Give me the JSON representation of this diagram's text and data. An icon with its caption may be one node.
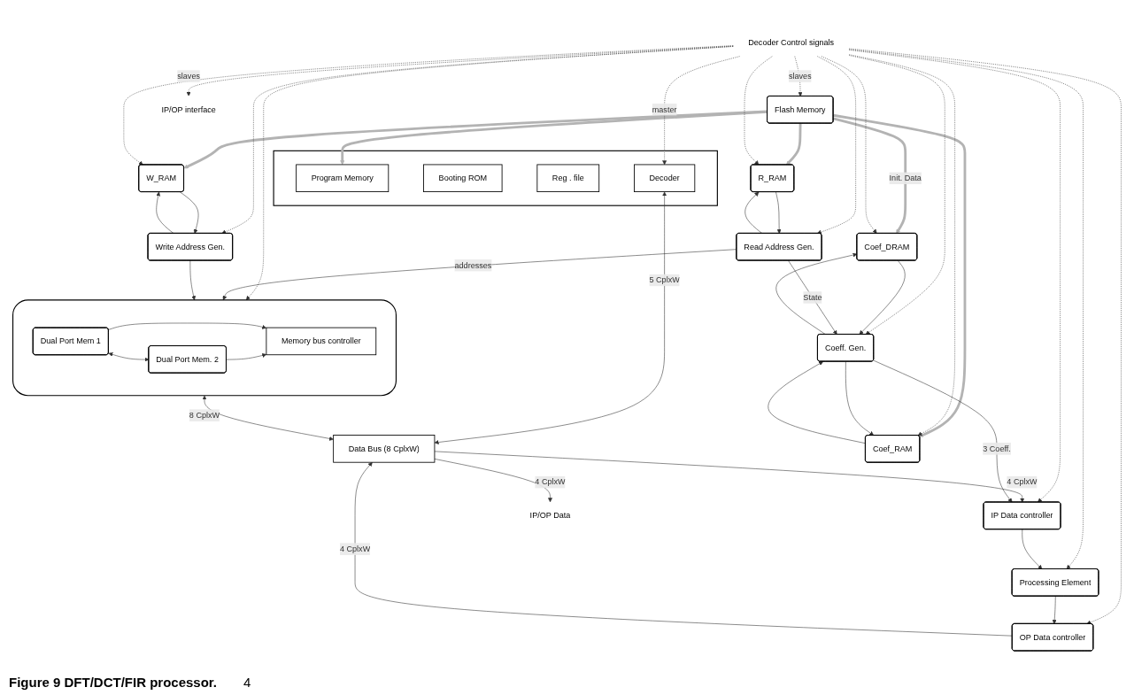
{
  "diagram": {
    "caption": "Figure 9 DFT/DCT/FIR processor.",
    "nodes": [
      {
        "text": [
          "Flash Memory"
        ]
      },
      {
        "text": [],
        "shape": "box"
      },
      {
        "text": [
          "Program Memory"
        ],
        "in": 1
      },
      {
        "text": [
          "Booting ROM"
        ],
        "in": 1
      },
      {
        "text": [
          "Reg . file"
        ],
        "in": 1
      },
      {
        "text": [
          "Decoder"
        ],
        "in": 1
      },
      {
        "text": [
          "Data Bus (8 CplxW)"
        ]
      },
      {
        "text": [
          "IP Data controller"
        ]
      },
      {
        "text": [
          "Processing Element"
        ]
      },
      {
        "text": [
          "OP Data controller"
        ]
      },
      {
        "text": [
          "Coef_DRAM"
        ]
      },
      {
        "text": [
          "Coef_RAM"
        ]
      },
      {
        "text": [
          "Coeff. Gen."
        ]
      },
      {
        "text": [
          "R_RAM"
        ]
      },
      {
        "text": [
          "Read Address Gen."
        ]
      },
      {
        "text": [
          "W_RAM"
        ]
      },
      {
        "text": [
          "Write Address Gen."
        ]
      },
      {
        "text": [],
        "shape": "box"
      },
      {
        "text": [
          "Dual Port Mem 1"
        ],
        "in": 17
      },
      {
        "text": [
          "Dual Port Mem. 2"
        ],
        "in": 17
      },
      {
        "text": [
          "Memory bus controller"
        ],
        "in": 17
      },
      {
        "text": [
          "IP/OP interface"
        ]
      },
      {
        "text": [
          "IP/OP Data"
        ]
      },
      {
        "text": [
          "Decoder Control signals"
        ]
      }
    ],
    "edges": [
      {
        "from": 0,
        "to": 2,
        "arrow": "to",
        "style": "thick",
        "color": "#b3b3b3"
      },
      {
        "from": 0,
        "to": 10,
        "arrow": "to",
        "label": "Init. Data",
        "style": "thick",
        "color": "#b3b3b3"
      },
      {
        "from": 0,
        "to": 11,
        "arrow": "to",
        "style": "thick",
        "color": "#b3b3b3"
      },
      {
        "from": 0,
        "to": 13,
        "arrow": "to",
        "style": "thick",
        "color": "#b3b3b3"
      },
      {
        "from": 0,
        "to": 15,
        "arrow": "to",
        "style": "thick",
        "color": "#b3b3b3"
      },
      {
        "from": 23,
        "to": 5,
        "arrow": "to",
        "label": "master",
        "style": "dashed"
      },
      {
        "from": 23,
        "to": 0,
        "arrow": "to",
        "label": "slaves",
        "style": "dashed"
      },
      {
        "from": 23,
        "to": 21,
        "arrow": "to",
        "label": "slaves",
        "style": "dashed"
      },
      {
        "from": 23,
        "to": 7,
        "arrow": "to",
        "style": "dashed"
      },
      {
        "from": 23,
        "to": 10,
        "arrow": "to",
        "style": "dashed"
      },
      {
        "from": 23,
        "to": 11,
        "arrow": "to",
        "style": "dashed"
      },
      {
        "from": 23,
        "to": 12,
        "arrow": "to",
        "style": "dashed"
      },
      {
        "from": 23,
        "to": 8,
        "arrow": "to",
        "style": "dashed"
      },
      {
        "from": 23,
        "to": 9,
        "arrow": "to",
        "style": "dashed"
      },
      {
        "from": 23,
        "to": 13,
        "arrow": "to",
        "style": "dashed"
      },
      {
        "from": 23,
        "to": 14,
        "arrow": "to",
        "style": "dashed"
      },
      {
        "from": 23,
        "to": 15,
        "arrow": "to",
        "style": "dashed"
      },
      {
        "from": 23,
        "to": 16,
        "arrow": "to",
        "style": "dashed"
      },
      {
        "from": 23,
        "to": 17,
        "arrow": "to",
        "style": "dashed"
      },
      {
        "from": 5,
        "to": 6,
        "arrow": "both",
        "label": "5 CplxW"
      },
      {
        "from": 6,
        "to": 7,
        "arrow": "to",
        "label": "4 CplxW"
      },
      {
        "from": 9,
        "to": 6,
        "arrow": "to",
        "label": "4 CplxW"
      },
      {
        "from": 7,
        "to": 8,
        "arrow": "to"
      },
      {
        "from": 8,
        "to": 9,
        "arrow": "to"
      },
      {
        "from": 12,
        "to": 7,
        "arrow": "to",
        "label": "3 Coeff."
      },
      {
        "from": 10,
        "to": 12,
        "arrow": "to"
      },
      {
        "from": 12,
        "to": 10,
        "arrow": "to"
      },
      {
        "from": 11,
        "to": 12,
        "arrow": "to"
      },
      {
        "from": 12,
        "to": 11,
        "arrow": "to"
      },
      {
        "from": 13,
        "to": 14,
        "arrow": "to"
      },
      {
        "from": 14,
        "to": 13,
        "arrow": "to"
      },
      {
        "from": 15,
        "to": 16,
        "arrow": "to"
      },
      {
        "from": 16,
        "to": 15,
        "arrow": "to"
      },
      {
        "from": 14,
        "to": 12,
        "arrow": "to",
        "label": "State"
      },
      {
        "from": 14,
        "to": 17,
        "arrow": "to",
        "label": "addresses"
      },
      {
        "from": 16,
        "to": 17,
        "arrow": "to"
      },
      {
        "from": 17,
        "to": 6,
        "arrow": "both",
        "label": "8 CplxW"
      },
      {
        "from": 6,
        "to": 22,
        "arrow": "to",
        "label": "4 CplxW"
      },
      {
        "from": 18,
        "to": 19,
        "arrow": "both"
      },
      {
        "from": 18,
        "to": 20,
        "arrow": "to"
      },
      {
        "from": 19,
        "to": 20,
        "arrow": "to"
      }
    ],
    "labels": [
      "4"
    ]
  }
}
